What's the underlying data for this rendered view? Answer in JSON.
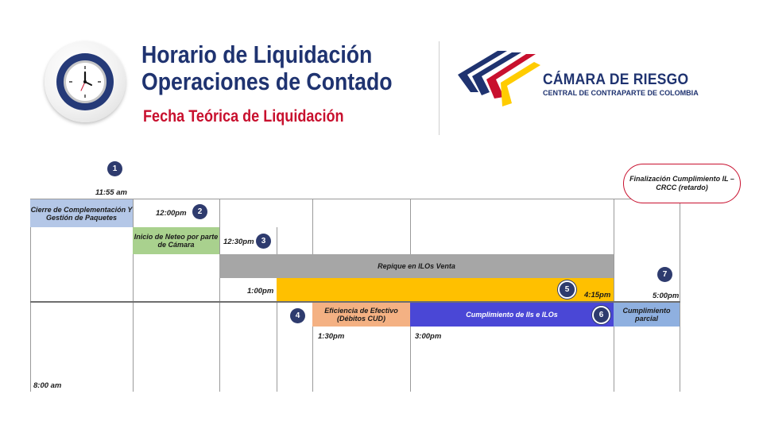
{
  "header": {
    "title_line1": "Horario de Liquidación",
    "title_line2": "Operaciones de Contado",
    "subtitle": "Fecha Teórica de Liquidación",
    "brand_name": "CÁMARA DE RIESGO",
    "brand_tagline": "CENTRAL DE CONTRAPARTE DE COLOMBIA",
    "icons": [
      "clock-icon",
      "logo-stripes-icon"
    ]
  },
  "colors": {
    "title_blue": "#1f3370",
    "subtitle_red": "#c8102e",
    "cierre": "#b4c7e7",
    "neteo": "#a9d18e",
    "repique": "#a6a6a6",
    "ilos": "#ffc000",
    "eficiencia": "#f4b183",
    "cumplimiento": "#4a47d6",
    "cumplimiento_parcial": "#8fb0e0",
    "badge": "#2e3b6e"
  },
  "timeline": {
    "blocks": {
      "cierre": "Cierre  de Complementación Y Gestión de Paquetes",
      "neteo": "Inicio de Neteo por parte de Cámara",
      "repique": "Repique en ILOs Venta",
      "eficiencia": "Eficiencia de Efectivo (Débitos CUD)",
      "cumplimiento": "Cumplimiento de IIs e ILOs",
      "parcial": "Cumplimiento parcial"
    },
    "times": {
      "t1155": "11:55 am",
      "t1200": "12:00pm",
      "t1230": "12:30pm",
      "t100": "1:00pm",
      "t415": "4:15pm",
      "t500": "5:00pm",
      "t130": "1:30pm",
      "t300": "3:00pm",
      "t800": "8:00 am"
    },
    "steps": [
      "1",
      "2",
      "3",
      "4",
      "5",
      "6",
      "7"
    ],
    "callout": "Finalización Cumplimiento IL – CRCC (retardo)"
  }
}
